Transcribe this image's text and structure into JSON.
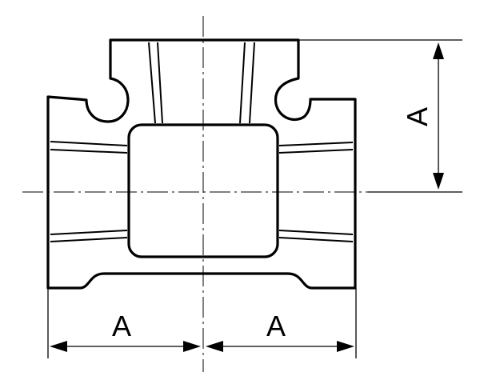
{
  "dimensions": {
    "vertical_label": "A",
    "bottom_left_label": "A",
    "bottom_right_label": "A"
  }
}
